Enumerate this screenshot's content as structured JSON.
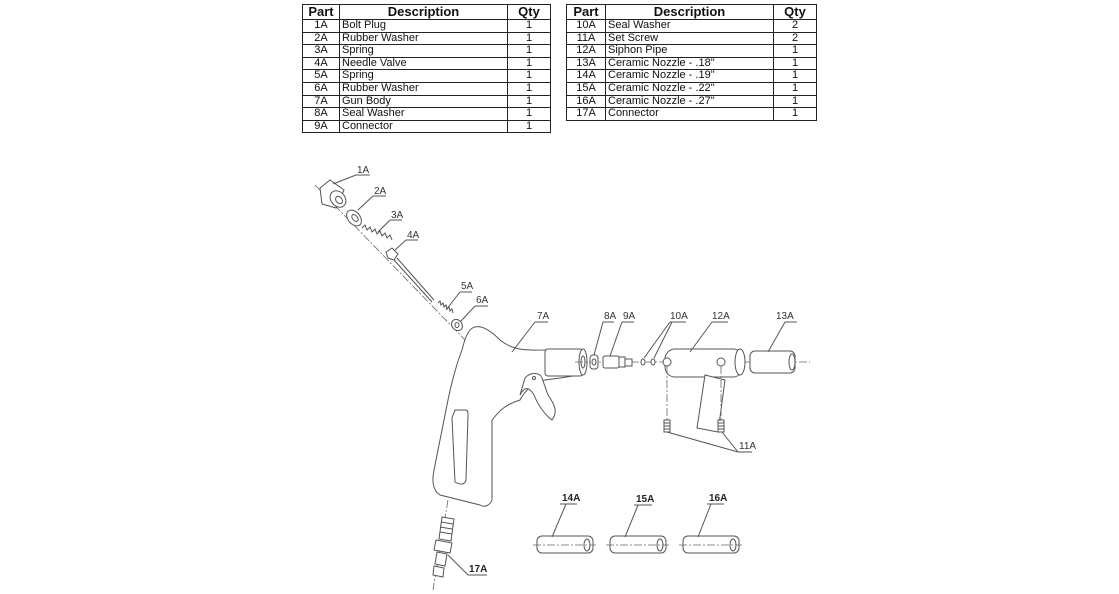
{
  "tables": {
    "left": {
      "headers": [
        "Part",
        "Description",
        "Qty"
      ],
      "rows": [
        [
          "1A",
          "Bolt Plug",
          "1"
        ],
        [
          "2A",
          "Rubber Washer",
          "1"
        ],
        [
          "3A",
          "Spring",
          "1"
        ],
        [
          "4A",
          "Needle Valve",
          "1"
        ],
        [
          "5A",
          "Spring",
          "1"
        ],
        [
          "6A",
          "Rubber Washer",
          "1"
        ],
        [
          "7A",
          "Gun Body",
          "1"
        ],
        [
          "8A",
          "Seal Washer",
          "1"
        ],
        [
          "9A",
          "Connector",
          "1"
        ]
      ]
    },
    "right": {
      "headers": [
        "Part",
        "Description",
        "Qty"
      ],
      "rows": [
        [
          "10A",
          "Seal Washer",
          "2"
        ],
        [
          "11A",
          "Set Screw",
          "2"
        ],
        [
          "12A",
          "Siphon Pipe",
          "1"
        ],
        [
          "13A",
          "Ceramic Nozzle - .18\"",
          "1"
        ],
        [
          "14A",
          "Ceramic Nozzle - .19\"",
          "1"
        ],
        [
          "15A",
          "Ceramic Nozzle - .22\"",
          "1"
        ],
        [
          "16A",
          "Ceramic Nozzle - .27\"",
          "1"
        ],
        [
          "17A",
          "Connector",
          "1"
        ]
      ]
    }
  },
  "diagram": {
    "callouts": {
      "p1": "1A",
      "p2": "2A",
      "p3": "3A",
      "p4": "4A",
      "p5": "5A",
      "p6": "6A",
      "p7": "7A",
      "p8": "8A",
      "p9": "9A",
      "p10": "10A",
      "p11": "11A",
      "p12": "12A",
      "p13": "13A",
      "p14": "14A",
      "p15": "15A",
      "p16": "16A",
      "p17": "17A"
    }
  }
}
